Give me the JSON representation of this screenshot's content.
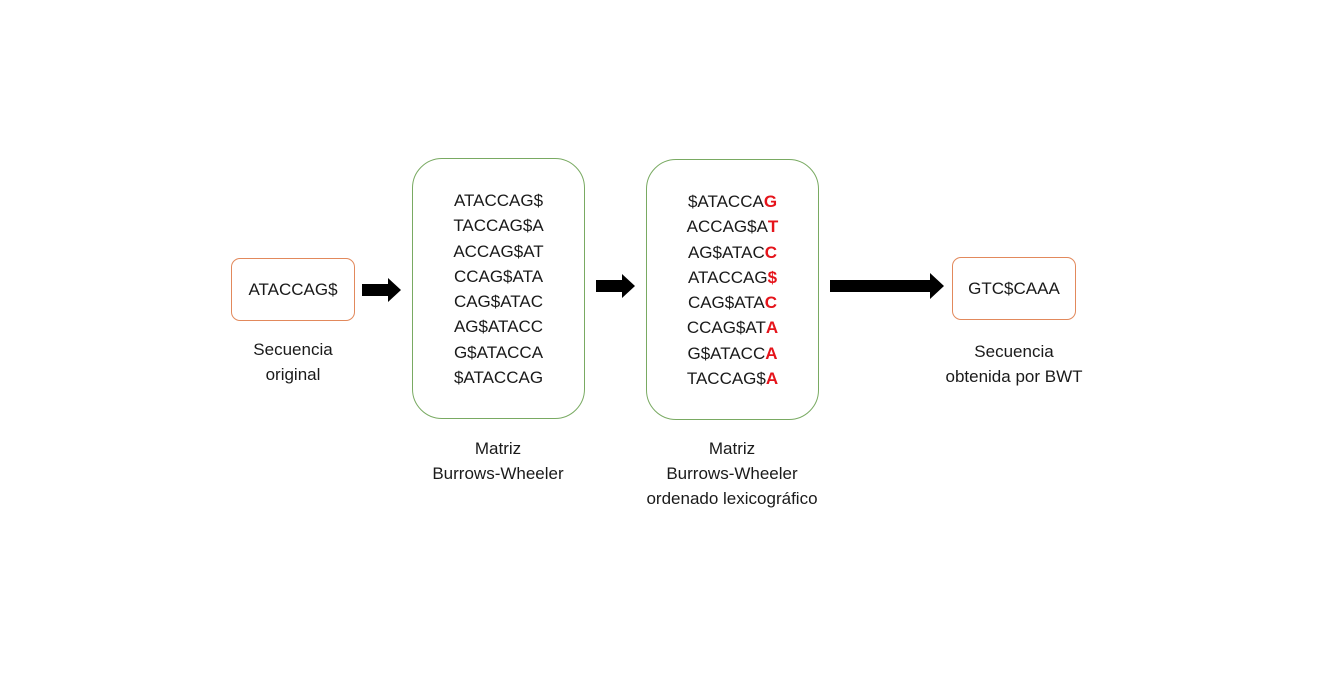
{
  "original": {
    "sequence": "ATACCAG$",
    "caption": [
      "Secuencia",
      "original"
    ]
  },
  "matrix": {
    "rows": [
      "ATACCAG$",
      "TACCAG$A",
      "ACCAG$AT",
      "CCAG$ATA",
      "CAG$ATAC",
      "AG$ATACC",
      "G$ATACCA",
      "$ATACCAG"
    ],
    "caption": [
      "Matriz",
      "Burrows-Wheeler"
    ]
  },
  "sorted_matrix": {
    "rows": [
      {
        "prefix": "$ATACCA",
        "last": "G"
      },
      {
        "prefix": "ACCAG$A",
        "last": "T"
      },
      {
        "prefix": "AG$ATAC",
        "last": "C"
      },
      {
        "prefix": "ATACCAG",
        "last": "$"
      },
      {
        "prefix": "CAG$ATA",
        "last": "C"
      },
      {
        "prefix": "CCAG$AT",
        "last": "A"
      },
      {
        "prefix": "G$ATACC",
        "last": "A"
      },
      {
        "prefix": "TACCAG$",
        "last": "A"
      }
    ],
    "caption": [
      "Matriz",
      "Burrows-Wheeler",
      "ordenado lexicográfico"
    ]
  },
  "result": {
    "sequence": "GTC$CAAA",
    "caption": [
      "Secuencia",
      "obtenida por BWT"
    ]
  },
  "colors": {
    "orange_border": "#e2895c",
    "green_border": "#79aa62",
    "highlight": "#e5141b",
    "arrow": "#000000"
  },
  "icons": [
    "arrow-right-icon"
  ]
}
